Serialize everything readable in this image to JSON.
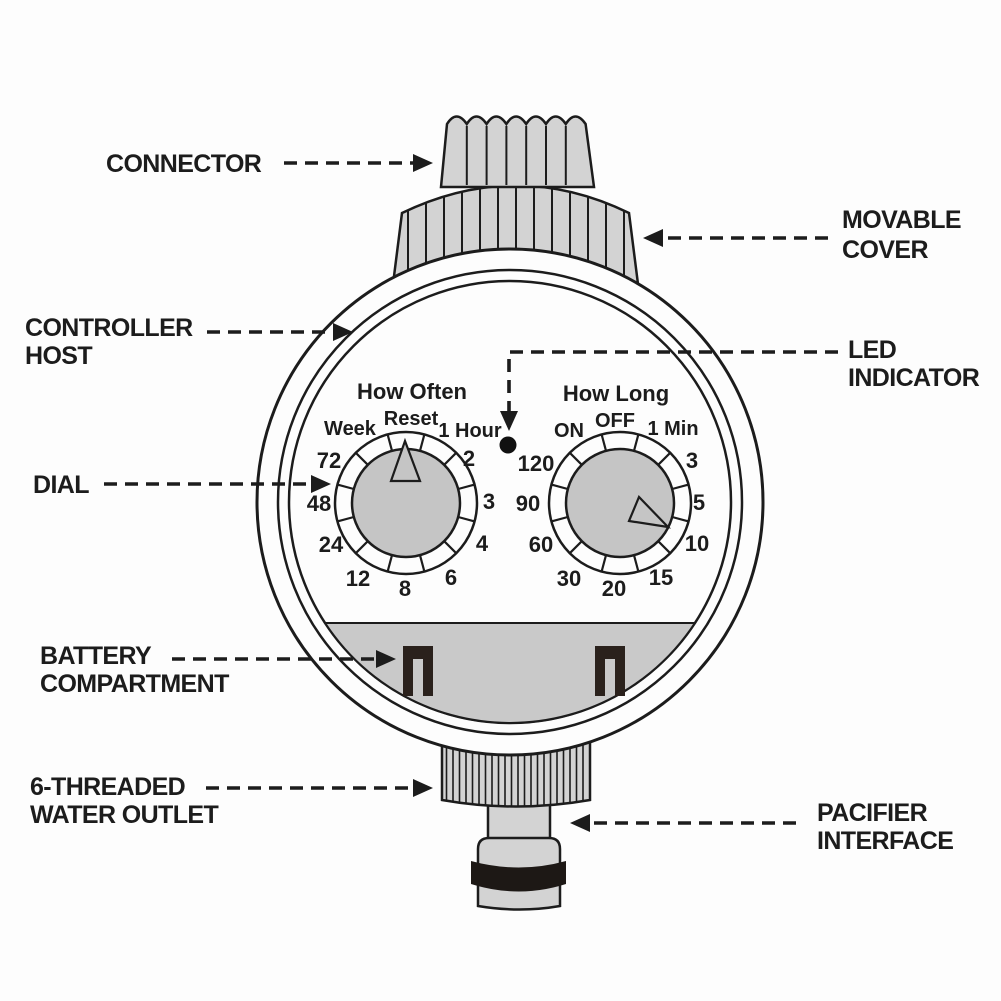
{
  "callouts": {
    "connector": {
      "label": "CONNECTOR"
    },
    "movable_cover": {
      "line1": "MOVABLE",
      "line2": "COVER"
    },
    "controller_host": {
      "line1": "CONTROLLER",
      "line2": "HOST"
    },
    "led_indicator": {
      "line1": "LED",
      "line2": "INDICATOR"
    },
    "dial": {
      "label": "DIAL"
    },
    "battery_compartment": {
      "line1": "BATTERY",
      "line2": "COMPARTMENT"
    },
    "water_outlet": {
      "line1": "6-THREADED",
      "line2": "WATER OUTLET"
    },
    "pacifier_interface": {
      "line1": "PACIFIER",
      "line2": "INTERFACE"
    }
  },
  "dials": {
    "how_often": {
      "title": "How Often",
      "positions": [
        "Reset",
        "1 Hour",
        "2",
        "3",
        "4",
        "6",
        "8",
        "12",
        "24",
        "48",
        "72",
        "Week"
      ],
      "pointer_at": "Reset"
    },
    "how_long": {
      "title": "How Long",
      "positions": [
        "OFF",
        "1 Min",
        "3",
        "5",
        "10",
        "15",
        "20",
        "30",
        "60",
        "90",
        "120",
        "ON"
      ],
      "pointer_at": "10"
    }
  },
  "colors": {
    "background": "#fdfdfd",
    "line": "#1c1c1c",
    "body_fill": "#d3d3d3",
    "knob_fill": "#c5c5c5",
    "compartment_fill": "#c9c9c9",
    "battery_clip": "#2a211c",
    "o_ring": "#1d1815",
    "led": "#111111"
  }
}
